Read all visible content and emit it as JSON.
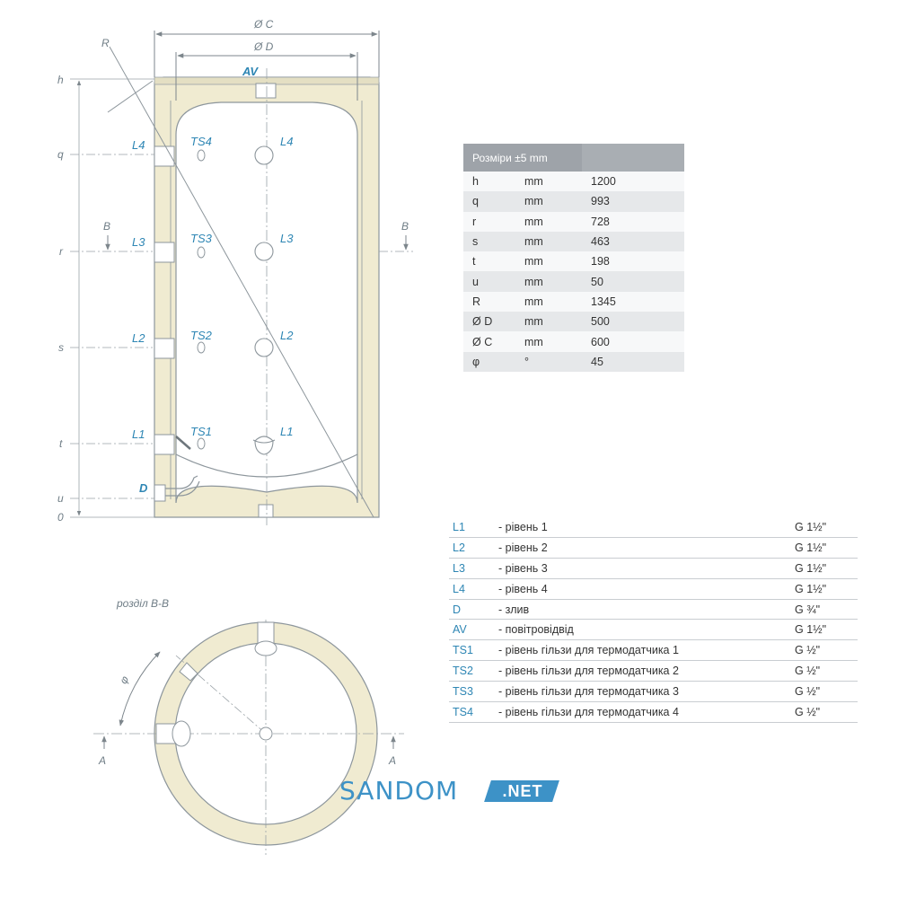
{
  "drawing": {
    "dim_C": "Ø C",
    "dim_D": "Ø D",
    "dim_R": "R",
    "air_vent": "AV",
    "heights": [
      "h",
      "q",
      "r",
      "s",
      "t",
      "u",
      "0"
    ],
    "section_marker": "B",
    "section_title": "розділ B-B",
    "section_marker_A": "A",
    "angle": "φ",
    "level_left": [
      "L4",
      "L3",
      "L2",
      "L1"
    ],
    "level_inner": [
      "L4",
      "L3",
      "L2",
      "L1"
    ],
    "sensors": [
      "TS4",
      "TS3",
      "TS2",
      "TS1"
    ],
    "drain": "D"
  },
  "dimensions_table": {
    "header": "Розміри ±5 mm",
    "rows": [
      {
        "name": "h",
        "unit": "mm",
        "value": "1200"
      },
      {
        "name": "q",
        "unit": "mm",
        "value": "993"
      },
      {
        "name": "r",
        "unit": "mm",
        "value": "728"
      },
      {
        "name": "s",
        "unit": "mm",
        "value": "463"
      },
      {
        "name": "t",
        "unit": "mm",
        "value": "198"
      },
      {
        "name": "u",
        "unit": "mm",
        "value": "50"
      },
      {
        "name": "R",
        "unit": "mm",
        "value": "1345"
      },
      {
        "name": "Ø D",
        "unit": "mm",
        "value": "500"
      },
      {
        "name": "Ø C",
        "unit": "mm",
        "value": "600"
      },
      {
        "name": "φ",
        "unit": "°",
        "value": "45"
      }
    ]
  },
  "legend": [
    {
      "code": "L1",
      "desc": "- рівень 1",
      "size": "G 1½\""
    },
    {
      "code": "L2",
      "desc": "- рівень 2",
      "size": "G 1½\""
    },
    {
      "code": "L3",
      "desc": "- рівень 3",
      "size": "G 1½\""
    },
    {
      "code": "L4",
      "desc": "- рівень 4",
      "size": "G 1½\""
    },
    {
      "code": "D",
      "desc": "- злив",
      "size": "G ¾\""
    },
    {
      "code": "AV",
      "desc": "- повітровідвід",
      "size": "G 1½\""
    },
    {
      "code": "TS1",
      "desc": "- рівень гільзи для термодатчика 1",
      "size": "G ½\""
    },
    {
      "code": "TS2",
      "desc": "- рівень гільзи для термодатчика 2",
      "size": "G ½\""
    },
    {
      "code": "TS3",
      "desc": "- рівень гільзи для термодатчика 3",
      "size": "G ½\""
    },
    {
      "code": "TS4",
      "desc": "- рівень гільзи для термодатчика 4",
      "size": "G ½\""
    }
  ],
  "watermark": {
    "word": "SANDOM",
    "badge": ".NET"
  },
  "colors": {
    "insulation": "#f0ebd1",
    "accent": "#2e86b4",
    "line": "#8d969c",
    "watermark": "#3d92c7"
  }
}
